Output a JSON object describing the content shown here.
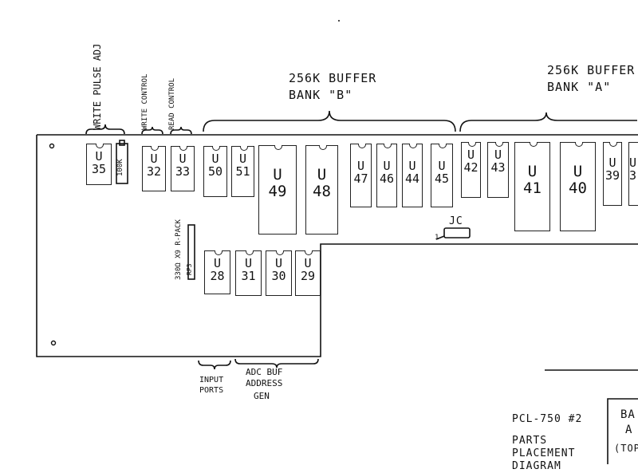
{
  "groups": {
    "write_pulse_adj": "WRITE PULSE ADJ",
    "write_control": "WRITE CONTROL",
    "read_control": "READ CONTROL",
    "buffer_b_line1": "256K BUFFER",
    "buffer_b_line2": "BANK \"B\"",
    "buffer_a_line1": "256K BUFFER",
    "buffer_a_line2": "BANK \"A\"",
    "input_ports_line1": "INPUT",
    "input_ports_line2": "PORTS",
    "adc_line1": "ADC BUF",
    "adc_line2": "ADDRESS",
    "adc_line3": "GEN"
  },
  "components": {
    "u_prefix": "U",
    "u35": "35",
    "pot": "100K",
    "u32": "32",
    "u33": "33",
    "u50": "50",
    "u51": "51",
    "u49": "49",
    "u48": "48",
    "u47": "47",
    "u46": "46",
    "u44": "44",
    "u45": "45",
    "u42": "42",
    "u43": "43",
    "u41": "41",
    "u40": "40",
    "u39": "39",
    "u38": "3",
    "u28": "28",
    "u31": "31",
    "u30": "30",
    "u29": "29",
    "rpack": "330Ω X9 R-PACK",
    "rpack_ref": "RP3",
    "jumper": "JC",
    "jumper_pin": "1"
  },
  "title_block": {
    "board": "PCL-750 #2",
    "line2": "PARTS",
    "line3": "PLACEMENT",
    "line4": "DIAGRAM",
    "box_line1": "BA",
    "box_line2": "A",
    "box_line3": "(TOP"
  }
}
